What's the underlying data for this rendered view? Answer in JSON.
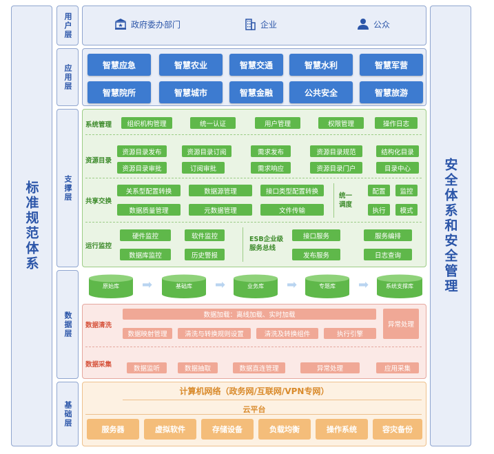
{
  "left_side": {
    "title": "标准规范体系"
  },
  "right_side": {
    "title": "安全体系和安全管理"
  },
  "layers": {
    "user": "用户层",
    "app": "应用层",
    "support": "支撑层",
    "data": "数据层",
    "base": "基础层"
  },
  "user_layer": {
    "items": [
      {
        "icon": "government-building-icon",
        "label": "政府委办部门"
      },
      {
        "icon": "office-building-icon",
        "label": "企业"
      },
      {
        "icon": "person-icon",
        "label": "公众"
      }
    ]
  },
  "app_layer": {
    "row1": [
      "智慧应急",
      "智慧农业",
      "智慧交通",
      "智慧水利",
      "智慧军营"
    ],
    "row2": [
      "智慧院所",
      "智慧城市",
      "智慧金融",
      "公共安全",
      "智慧旅游"
    ]
  },
  "support_layer": {
    "system_mgmt": {
      "label": "系统管理",
      "items": [
        "组织机构管理",
        "统一认证",
        "用户管理",
        "权限管理",
        "操作日志"
      ]
    },
    "resource_catalog": {
      "label": "资源目录",
      "row1": [
        "资源目录发布",
        "资源目录订阅",
        "需求发布",
        "资源目录规范",
        "结构化目录"
      ],
      "row2": [
        "资源目录审批",
        "订阅审批",
        "需求响应",
        "资源目录门户",
        "目录中心"
      ]
    },
    "share_exchange": {
      "label": "共享交换",
      "row1": [
        "关系型配置转换",
        "数据源管理",
        "接口类型配置转换"
      ],
      "row2": [
        "数据质量管理",
        "元数据管理",
        "文件传输"
      ],
      "dispatch_label": "统一\n调度",
      "dispatch_row1": [
        "配置",
        "监控"
      ],
      "dispatch_row2": [
        "执行",
        "模式"
      ]
    },
    "run_monitor": {
      "label": "运行监控",
      "row1": [
        "硬件监控",
        "软件监控"
      ],
      "row2": [
        "数据库监控",
        "历史警报"
      ],
      "esb_label": "ESB企业级\n服务总线",
      "esb_row1": [
        "接口服务",
        "服务编排"
      ],
      "esb_row2": [
        "发布服务",
        "日志查询"
      ]
    }
  },
  "data_layer": {
    "stores": [
      "原始库",
      "基础库",
      "业务库",
      "专题库",
      "系统支撑库"
    ],
    "cleaning": {
      "label": "数据清洗",
      "top_bar": "数据加载：离线加载、实时加载",
      "items": [
        "数据映射管理",
        "清洗与转换规则设置",
        "清洗及转换组件",
        "执行引擎"
      ],
      "exception": "异常处理"
    },
    "collection": {
      "label": "数据采集",
      "items": [
        "数据监听",
        "数据抽取",
        "数据直连管理",
        "异常处理",
        "应用采集"
      ]
    }
  },
  "base_layer": {
    "network": "计算机网络（政务网/互联网/VPN专网）",
    "cloud": "云平台",
    "items": [
      "服务器",
      "虚拟软件",
      "存储设备",
      "负载均衡",
      "操作系统",
      "容灾备份"
    ]
  }
}
